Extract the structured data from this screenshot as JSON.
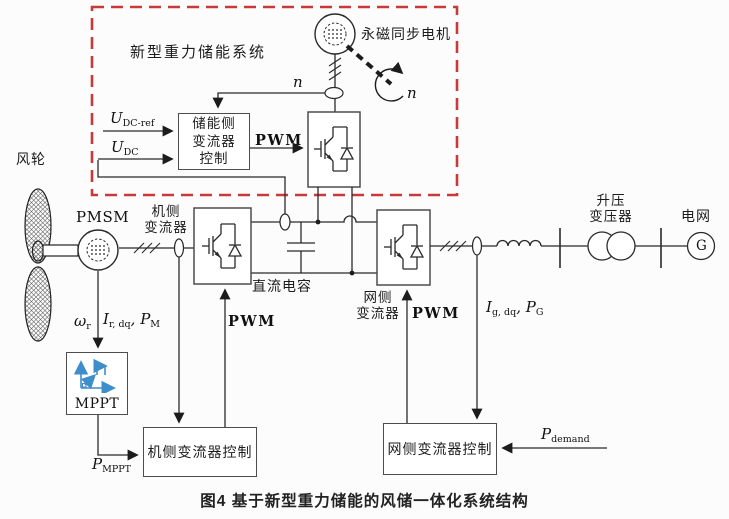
{
  "caption": "图4  基于新型重力储能的风储一体化系统结构",
  "colors": {
    "accent_red": "#c83a3a",
    "mppt_blue": "#3e8ecc",
    "line": "#2a2a2a"
  },
  "storage_system": {
    "title": "新型重力储能系统",
    "motor_label": "永磁同步电机",
    "shaft_speed": "n",
    "rotation_speed": "n",
    "controller": {
      "line1": "储能侧",
      "line2": "变流器",
      "line3": "控制"
    },
    "udc_ref": {
      "sym": "U",
      "sub": "DC-ref"
    },
    "udc": {
      "sym": "U",
      "sub": "DC"
    },
    "pwm": "PWM"
  },
  "wind": {
    "turbine_label": "风轮",
    "generator_label": "PMSM"
  },
  "machine_side": {
    "converter_label_line1": "机侧",
    "converter_label_line2": "变流器",
    "pwm": "PWM",
    "controller_label": "机侧变流器控制",
    "rotor_signals": {
      "omega": "ω",
      "omega_sub": "r",
      "current": "I",
      "current_sub": "r, dq",
      "comma": ",",
      "power": "P",
      "power_sub": "M"
    },
    "mppt_label": "MPPT",
    "p_mppt": {
      "sym": "P",
      "sub": "MPPT"
    }
  },
  "dc_link": {
    "cap_label": "直流电容"
  },
  "grid_side": {
    "converter_label_line1": "网侧",
    "converter_label_line2": "变流器",
    "pwm": "PWM",
    "controller_label": "网侧变流器控制",
    "grid_signals": {
      "current": "I",
      "current_sub": "g, dq",
      "comma": ",",
      "power": "P",
      "power_sub": "G"
    },
    "p_demand": {
      "sym": "P",
      "sub": "demand"
    },
    "transformer_label_line1": "升压",
    "transformer_label_line2": "变压器",
    "grid_label": "电网",
    "grid_symbol": "G"
  }
}
